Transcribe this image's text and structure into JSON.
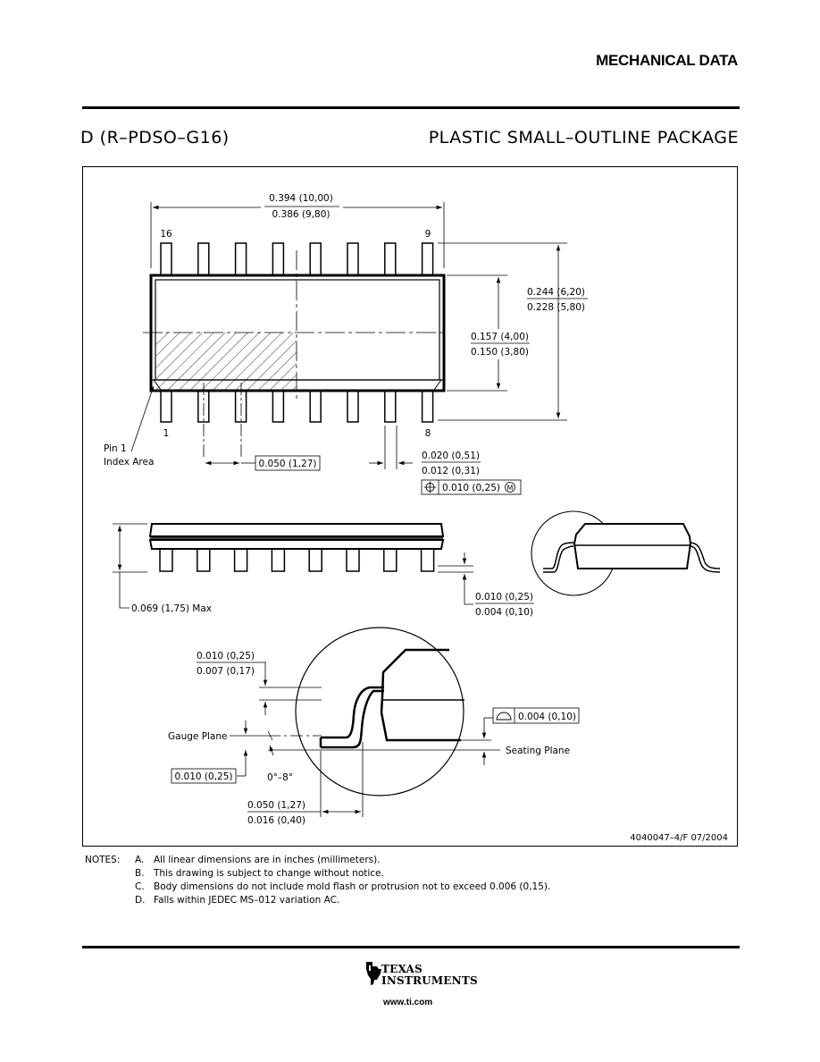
{
  "header": {
    "title": "MECHANICAL DATA"
  },
  "package": {
    "code": "D (R–PDSO–G16)",
    "description": "PLASTIC SMALL–OUTLINE PACKAGE"
  },
  "drawing": {
    "pin_labels": {
      "pin16": "16",
      "pin9": "9",
      "pin1": "1",
      "pin8": "8"
    },
    "pin1_label": {
      "line1": "Pin 1",
      "line2": "Index Area"
    },
    "dims": {
      "length_max": "0.394 (10,00)",
      "length_min": "0.386 (9,80)",
      "width_total_max": "0.244 (6,20)",
      "width_total_min": "0.228 (5,80)",
      "body_width_max": "0.157 (4,00)",
      "body_width_min": "0.150 (3,80)",
      "pitch": "0.050 (1,27)",
      "lead_width_max": "0.020 (0,51)",
      "lead_width_min": "0.012 (0,31)",
      "position_tol": "0.010 (0,25)",
      "position_mod": "M",
      "height_max": "0.069 (1,75) Max",
      "standoff_max": "0.010 (0,25)",
      "standoff_min": "0.004 (0,10)",
      "lead_thick_max": "0.010 (0,25)",
      "lead_thick_min": "0.007 (0,17)",
      "gauge_plane": "Gauge Plane",
      "gauge_dim": "0.010 (0,25)",
      "angle": "0°–8°",
      "foot_max": "0.050 (1,27)",
      "foot_min": "0.016 (0,40)",
      "coplanarity": "0.004 (0,10)",
      "seating_plane": "Seating Plane"
    },
    "drawing_number": "4040047–4/F   07/2004"
  },
  "notes": {
    "label": "NOTES:",
    "items": [
      {
        "key": "A.",
        "text": "All linear dimensions are in inches (millimeters)."
      },
      {
        "key": "B.",
        "text": "This drawing is subject to change without notice."
      },
      {
        "key": "C.",
        "text": "Body dimensions do not include mold flash or protrusion not to exceed 0.006 (0,15)."
      },
      {
        "key": "D.",
        "text": "Falls within JEDEC MS–012 variation AC."
      }
    ]
  },
  "footer": {
    "company_line1": "Texas",
    "company_line2": "Instruments",
    "url": "www.ti.com"
  }
}
